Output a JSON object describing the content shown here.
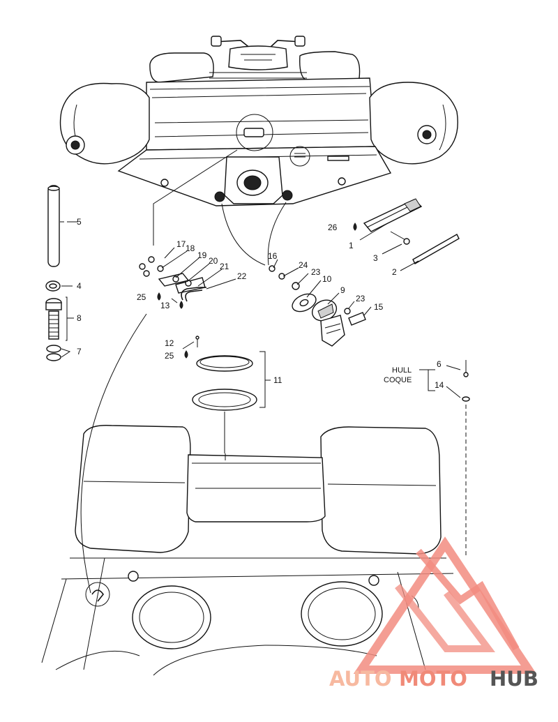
{
  "labels": {
    "p1": "1",
    "p2": "2",
    "p3": "3",
    "p4": "4",
    "p5": "5",
    "p6": "6",
    "p7": "7",
    "p8": "8",
    "p9": "9",
    "p10": "10",
    "p11": "11",
    "p12": "12",
    "p13": "13",
    "p14": "14",
    "p15": "15",
    "p16": "16",
    "p17": "17",
    "p18": "18",
    "p19": "19",
    "p20": "20",
    "p21": "21",
    "p22": "22",
    "p23a": "23",
    "p23b": "23",
    "p24": "24",
    "p25a": "25",
    "p25b": "25",
    "p26": "26"
  },
  "hull_label": "HULL",
  "coque_label": "COQUE",
  "watermark": {
    "text_auto": "AUTO",
    "text_moto": "MOTO",
    "text_hub": "HUB",
    "color_light": "#f7b9a0",
    "color_mid": "#f08a78",
    "color_dark": "#555555"
  }
}
